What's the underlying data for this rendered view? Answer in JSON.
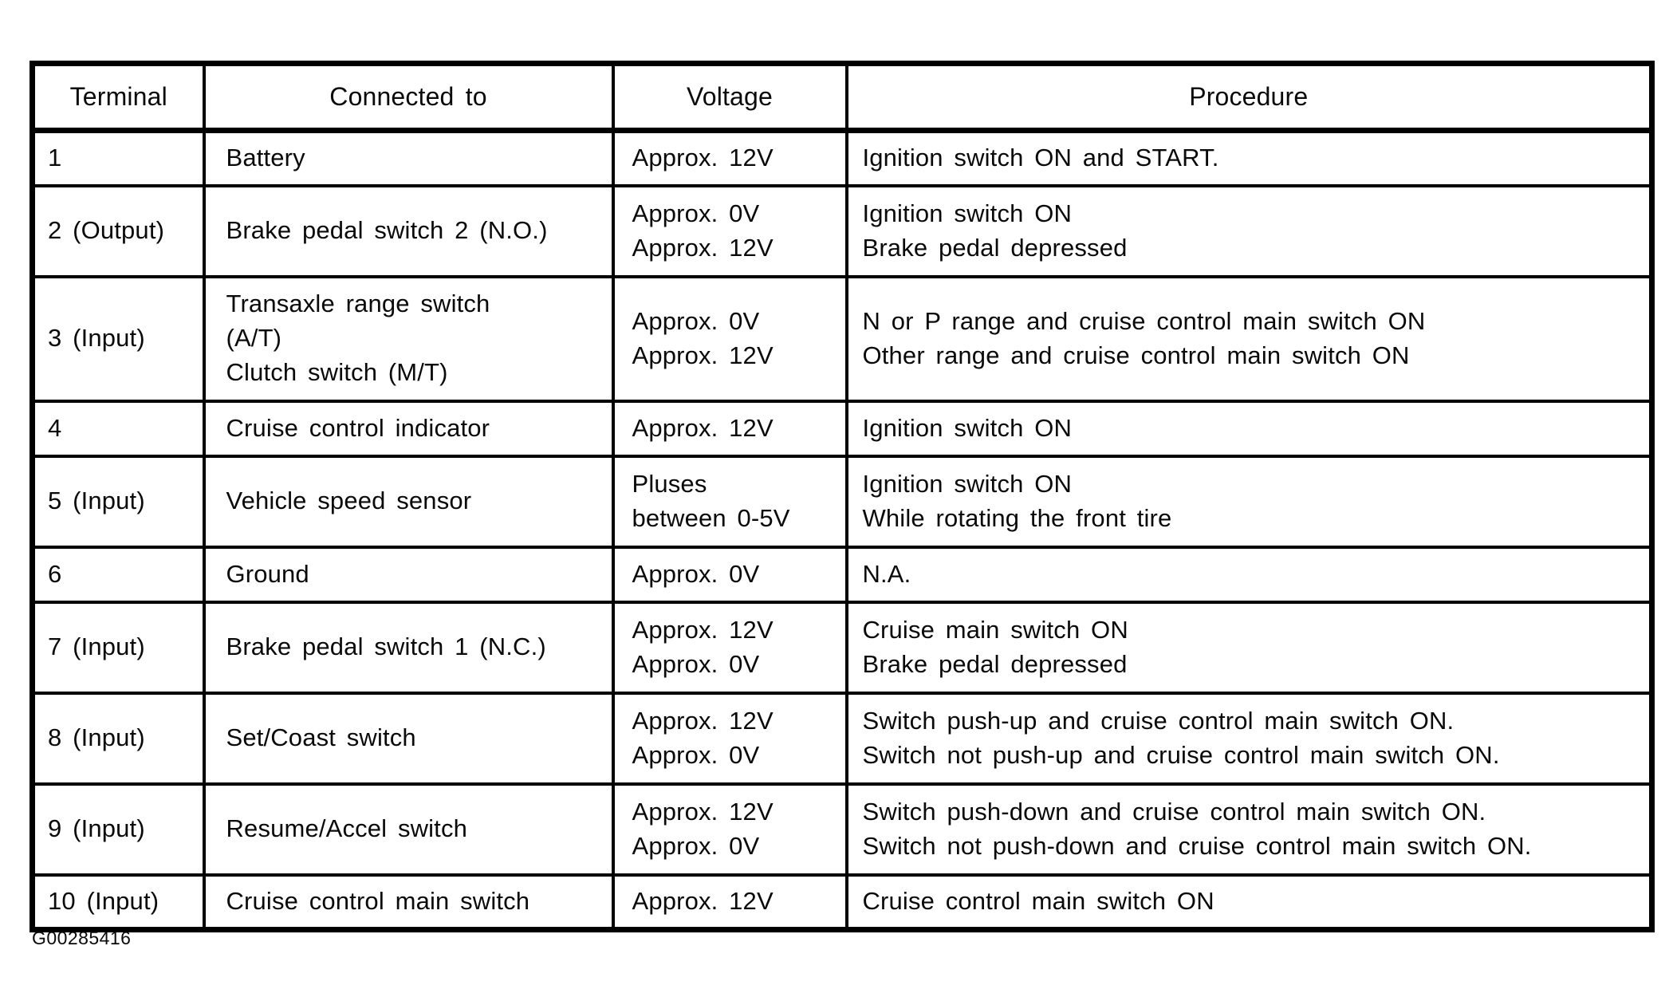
{
  "colors": {
    "ink": "#0a0a0a",
    "paper": "#ffffff"
  },
  "figure_code": "G00285416",
  "table": {
    "headers": [
      "Terminal",
      "Connected to",
      "Voltage",
      "Procedure"
    ],
    "rows": [
      {
        "terminal": "1",
        "connected": [
          "Battery"
        ],
        "voltage": [
          "Approx. 12V"
        ],
        "procedure": [
          "Ignition switch ON and START."
        ]
      },
      {
        "terminal": "2 (Output)",
        "connected": [
          "Brake pedal switch 2 (N.O.)"
        ],
        "voltage": [
          "Approx. 0V",
          "Approx. 12V"
        ],
        "procedure": [
          "Ignition switch ON",
          "Brake pedal depressed"
        ]
      },
      {
        "terminal": "3 (Input)",
        "connected": [
          "Transaxle range switch",
          "(A/T)",
          "Clutch switch (M/T)"
        ],
        "voltage": [
          "Approx. 0V",
          "Approx. 12V"
        ],
        "procedure": [
          "N or P range and cruise control main switch ON",
          "Other range and cruise control main switch ON"
        ]
      },
      {
        "terminal": "4",
        "connected": [
          "Cruise control indicator"
        ],
        "voltage": [
          "Approx. 12V"
        ],
        "procedure": [
          "Ignition switch ON"
        ]
      },
      {
        "terminal": "5 (Input)",
        "connected": [
          "Vehicle speed sensor"
        ],
        "voltage": [
          "Pluses",
          "between 0-5V"
        ],
        "procedure": [
          "Ignition switch ON",
          "While rotating the front tire"
        ]
      },
      {
        "terminal": "6",
        "connected": [
          "Ground"
        ],
        "voltage": [
          "Approx. 0V"
        ],
        "procedure": [
          "N.A."
        ]
      },
      {
        "terminal": "7 (Input)",
        "connected": [
          "Brake pedal switch 1 (N.C.)"
        ],
        "voltage": [
          "Approx. 12V",
          "Approx. 0V"
        ],
        "procedure": [
          "Cruise main switch ON",
          "Brake pedal depressed"
        ]
      },
      {
        "terminal": "8 (Input)",
        "connected": [
          "Set/Coast switch"
        ],
        "voltage": [
          "Approx. 12V",
          "Approx. 0V"
        ],
        "procedure": [
          "Switch push-up and cruise control main switch ON.",
          "Switch not push-up and cruise control main switch ON."
        ]
      },
      {
        "terminal": "9 (Input)",
        "connected": [
          "Resume/Accel switch"
        ],
        "voltage": [
          "Approx. 12V",
          "Approx. 0V"
        ],
        "procedure": [
          "Switch push-down and cruise control main switch ON.",
          "Switch not push-down and cruise control main switch ON."
        ]
      },
      {
        "terminal": "10 (Input)",
        "connected": [
          "Cruise control main switch"
        ],
        "voltage": [
          "Approx. 12V"
        ],
        "procedure": [
          "Cruise control main switch ON"
        ]
      }
    ]
  }
}
